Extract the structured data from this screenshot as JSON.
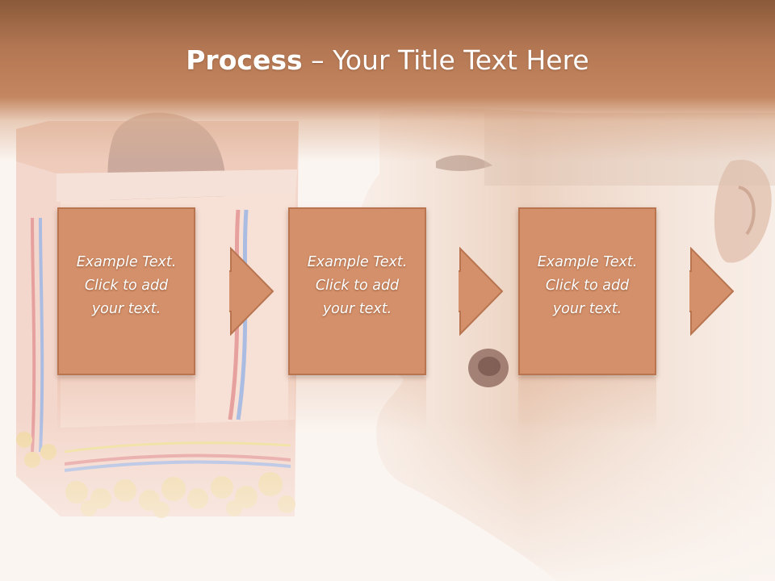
{
  "slide": {
    "title_strong": "Process",
    "title_rest": " – Your Title Text Here",
    "steps": [
      {
        "text": "Example Text.\nClick  to add\nyour text."
      },
      {
        "text": "Example Text.\nClick  to add\nyour text."
      },
      {
        "text": "Example Text.\nClick  to add\nyour text."
      }
    ]
  },
  "colors": {
    "header": "#c38660",
    "step_fill": "#d4906a",
    "step_border": "#b87550",
    "text": "#ffffff"
  },
  "icons": [
    "skin-cross-section-illustration",
    "face-profile-illustration",
    "arrow-right-icon"
  ]
}
